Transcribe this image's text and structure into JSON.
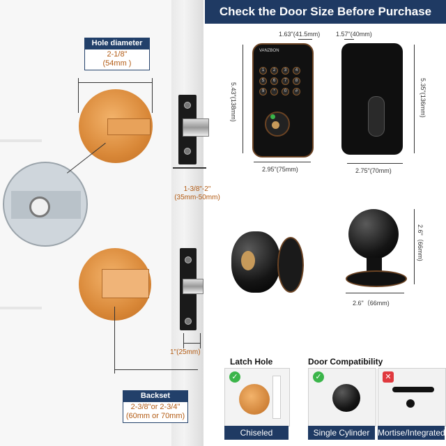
{
  "title": "Check the Door Size Before Purchase",
  "hole_diameter": {
    "label": "Hole diameter",
    "value_in": "2-1/8\"",
    "value_mm": "(54mm )"
  },
  "edge_thickness": {
    "value_in": "1-3/8\"-2\"",
    "value_mm": "(35mm-50mm)"
  },
  "latch_width": "1\"(25mm)",
  "backset": {
    "label": "Backset",
    "value_in": "2-3/8\"or 2-3/4\"",
    "value_mm": "(60mm or 70mm)"
  },
  "front_lock": {
    "brand": "VANZBON",
    "width": "2.95\"(75mm)",
    "height": "5.43\"(138mm)",
    "depth": "1.63\"(41.5mm)"
  },
  "back_lock": {
    "width": "2.75\"(70mm)",
    "height": "5.35\"(136mm)",
    "depth": "1.57\"(40mm)"
  },
  "keypad_keys": [
    "1",
    "2",
    "3",
    "4",
    "5",
    "6",
    "7",
    "8",
    "9",
    "*",
    "0",
    "#"
  ],
  "knob": {
    "width": "2.6\"（66mm)",
    "height": "2.6\"（66mm)"
  },
  "latch_hole": {
    "title": "Latch Hole",
    "option": "Chiseled",
    "status": "check"
  },
  "door_compat": {
    "title": "Door Compatibility",
    "options": [
      {
        "label": "Single Cylinder",
        "status": "check"
      },
      {
        "label": "Mortise/Integrated",
        "status": "cross"
      }
    ]
  },
  "colors": {
    "navy": "#1f3a63",
    "orange": "#b25a12",
    "green": "#3bb54a",
    "red": "#e0393e"
  }
}
